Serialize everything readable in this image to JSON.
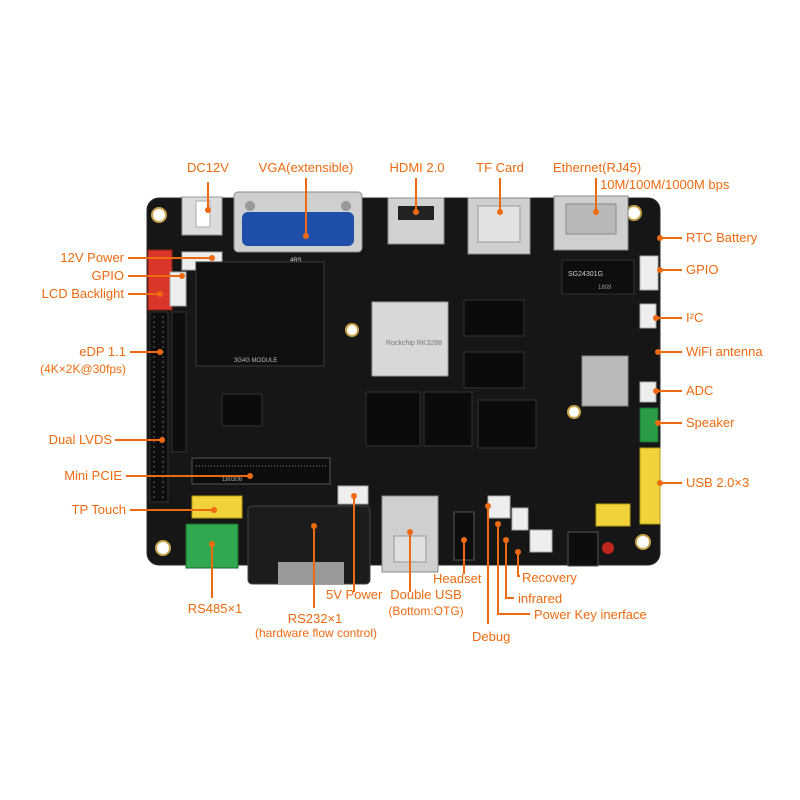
{
  "colors": {
    "callout": "#ee6a10",
    "pcb": "#151515",
    "chip": "#0c0c0c"
  },
  "board": {
    "soc_marking": "Rockchip RK3288",
    "module_marking": "3G4G MODULE",
    "minipcie_marking": "180306",
    "eth_marking": "SG24301G",
    "eth_code": "1809",
    "vga_marking": "4RS"
  },
  "labels": {
    "dc12v": "DC12V",
    "vga": "VGA(extensible)",
    "hdmi": "HDMI 2.0",
    "tfcard": "TF Card",
    "ethernet": "Ethernet(RJ45)",
    "ethernet_speed": "10M/100M/1000M bps",
    "power12v": "12V Power",
    "gpio_left": "GPIO",
    "lcd_backlight": "LCD Backlight",
    "edp": "eDP 1.1",
    "edp_res": "(4K×2K@30fps)",
    "dual_lvds": "Dual LVDS",
    "mini_pcie": "Mini PCIE",
    "tp_touch": "TP Touch",
    "rtc_battery": "RTC Battery",
    "gpio_right": "GPIO",
    "i2c": "I²C",
    "wifi": "WiFi  antenna",
    "adc": "ADC",
    "speaker": "Speaker",
    "usb20": "USB 2.0×3",
    "rs485": "RS485×1",
    "rs232": "RS232×1",
    "rs232_note": "(hardware flow control)",
    "power5v": "5V Power",
    "double_usb": "Double USB",
    "double_usb_note": "(Bottom:OTG)",
    "headset": "Headset",
    "debug": "Debug",
    "recovery": "Recovery",
    "infrared": "infrared",
    "power_key": "Power Key inerface"
  }
}
